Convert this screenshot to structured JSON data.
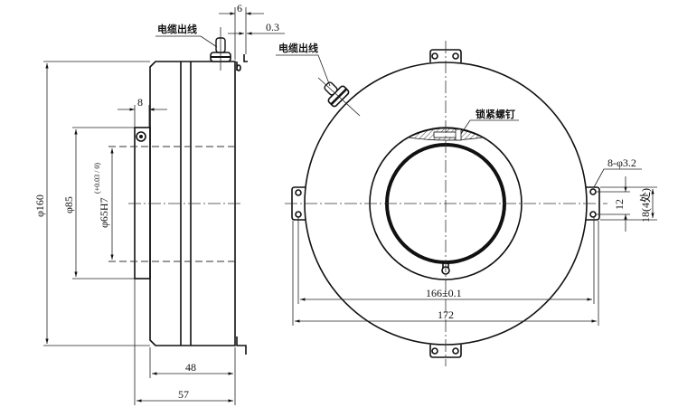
{
  "side_view": {
    "cable_label": "电缆出线",
    "dim_width_6": "6",
    "dim_gap": "0.3",
    "dim_flange": "8",
    "dim_outer_dia": "φ160",
    "dim_flange_dia": "φ85",
    "dim_bore": "φ65H7",
    "dim_bore_tol": "(+0.03 / 0)",
    "dim_body_len": "48",
    "dim_total_len": "57"
  },
  "front_view": {
    "cable_label": "电缆出线",
    "lock_screw_label": "锁紧螺钉",
    "hole_label": "8-φ3.2",
    "dim_hole_spacing": "12",
    "dim_tab_height": "18(4处)",
    "dim_hole_pitch": "166±0.1",
    "dim_tab_span": "172"
  }
}
